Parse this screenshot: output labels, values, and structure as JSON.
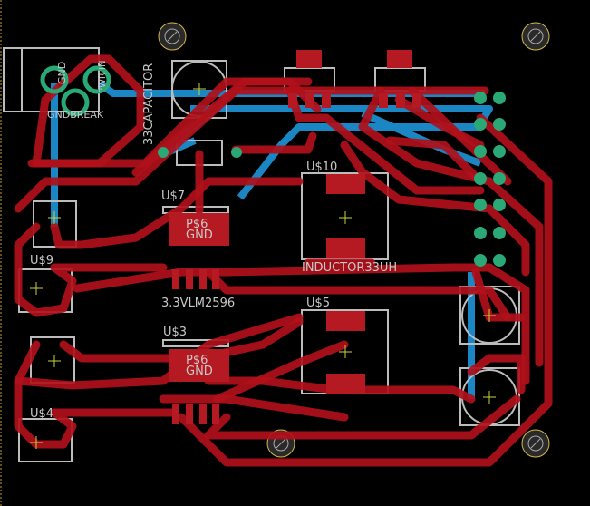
{
  "colors": {
    "background": "#000000",
    "top_copper": "#b0101a",
    "bottom_copper": "#1a86c4",
    "pad": "#2aa876",
    "silkscreen": "#c8c8c8",
    "hole_ring": "#d4b84a",
    "origin_mark": "#c8d23c"
  },
  "labels": {
    "gnd_pad": "GND",
    "pwr_pad": "PWR IN",
    "gndbreak": "GNDBREAK",
    "capacitor": "33CAPACITOR",
    "u10": "U$10",
    "inductor_top": "INDUCTOR33UH",
    "u7": "U$7",
    "p6_top": "P$6",
    "gnd_top": "GND",
    "u9": "U$9",
    "regulator": "3.3VLM2596",
    "u5": "U$5",
    "u3": "U$3",
    "p6_bottom": "P$6",
    "gnd_bottom": "GND",
    "u4": "U$4"
  },
  "mounting_holes": [
    "top-left",
    "top-right",
    "bottom-left",
    "bottom-right"
  ],
  "icons": {
    "mounting_hole": "circle-slash-icon",
    "origin": "crosshair-icon"
  }
}
